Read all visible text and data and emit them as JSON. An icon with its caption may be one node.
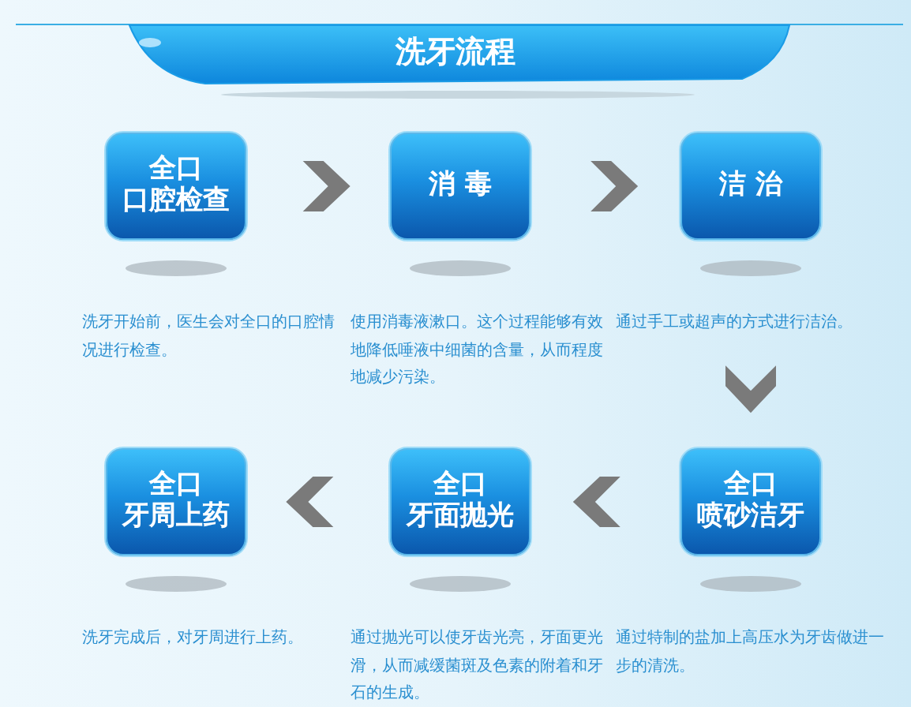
{
  "diagram": {
    "title": "洗牙流程",
    "nodes": [
      {
        "text": [
          "全口",
          "口腔检查"
        ]
      },
      {
        "text": [
          "消 毒"
        ]
      },
      {
        "text": [
          "洁 治"
        ]
      },
      {
        "text": [
          "全口",
          "牙周上药"
        ]
      },
      {
        "text": [
          "全口",
          "牙面抛光"
        ]
      },
      {
        "text": [
          "全口",
          "喷砂洁牙"
        ]
      }
    ],
    "edges": [
      {
        "from": 0,
        "to": 1,
        "arrow": "to"
      },
      {
        "from": 1,
        "to": 2,
        "arrow": "to"
      },
      {
        "from": 2,
        "to": 5,
        "arrow": "to"
      },
      {
        "from": 5,
        "to": 4,
        "arrow": "to"
      },
      {
        "from": 4,
        "to": 3,
        "arrow": "to"
      }
    ],
    "labels": [
      "洗牙开始前，医生会对全口的口腔情况进行检查。",
      "使用消毒液漱口。这个过程能够有效地降低唾液中细菌的含量，从而程度地减少污染。",
      "通过手工或超声的方式进行洁治。",
      "洗牙完成后，对牙周进行上药。",
      "通过抛光可以使牙齿光亮，牙面更光滑，从而减缓菌斑及色素的附着和牙石的生成。",
      "通过特制的盐加上高压水为牙齿做进一步的清洗。"
    ]
  }
}
